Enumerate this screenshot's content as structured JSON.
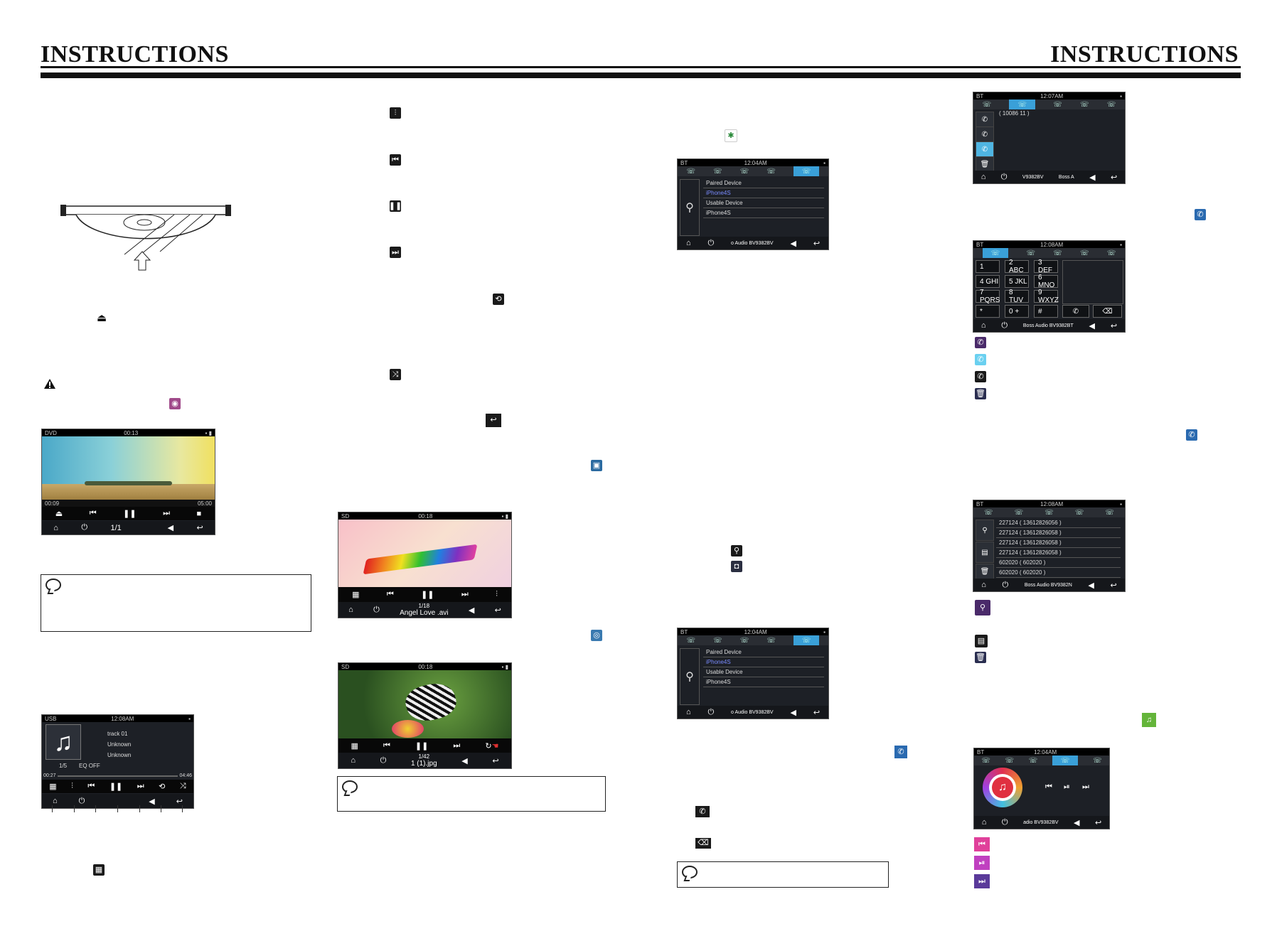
{
  "header": {
    "left_title": "INSTRUCTIONS",
    "right_title": "INSTRUCTIONS"
  },
  "col1": {
    "eject_icon": "eject-icon",
    "warning_icon": "warning-icon",
    "dvd_screen": {
      "source": "DVD",
      "time": "00:13",
      "elapsed": "00:09",
      "total": "05:00",
      "chapter": "1/1"
    },
    "usb_screen": {
      "source": "USB",
      "time": "12:08AM",
      "track": "track 01",
      "artist": "Unknown",
      "album": "Unknown",
      "index": "1/5",
      "eq": "EQ OFF",
      "elapsed": "00:27",
      "total": "04:46"
    }
  },
  "col2": {
    "video_screen": {
      "source": "SD",
      "time": "00:18",
      "counter": "1/18",
      "filename": "Angel Love .avi"
    },
    "photo_screen": {
      "source": "SD",
      "time": "00:18",
      "counter": "1/42",
      "filename": "1 (1).jpg"
    }
  },
  "col3": {
    "bt_screen": {
      "source": "BT",
      "time": "12:04AM",
      "rows": [
        "Paired Device",
        "iPhone4S",
        "Usable Device",
        "iPhone4S"
      ],
      "footer": "o Audio BV9382BV"
    },
    "bt_screen2": {
      "source": "BT",
      "time": "12:04AM",
      "rows": [
        "Paired Device",
        "iPhone4S",
        "Usable Device",
        "iPhone4S"
      ],
      "footer": "o Audio BV9382BV"
    }
  },
  "col4": {
    "contacts_screen": {
      "source": "BT",
      "time": "12:07AM",
      "entry": "( 10086 11 )",
      "footer": "V9382BV",
      "footer2": "Boss A"
    },
    "dialpad_screen": {
      "source": "BT",
      "time": "12:08AM",
      "keys": [
        "1",
        "2 ABC",
        "3 DEF",
        "4 GHI",
        "5 JKL",
        "6 MNO",
        "7 PQRS",
        "8 TUV",
        "9 WXYZ",
        "*",
        "0 +",
        "#"
      ],
      "footer": "Boss Audio BV9382BT"
    },
    "calllog_screen": {
      "source": "BT",
      "time": "12:08AM",
      "rows": [
        "227124 ( 13612826056 )",
        "227124 ( 13612826058 )",
        "227124 ( 13612826058 )",
        "227124 ( 13612826058 )",
        "602020 ( 602020 )",
        "602020 ( 602020 )"
      ],
      "footer": "Boss Audio BV9382N"
    },
    "btmusic_screen": {
      "source": "BT",
      "time": "12:04AM",
      "footer": "adio BV9382BV"
    }
  }
}
